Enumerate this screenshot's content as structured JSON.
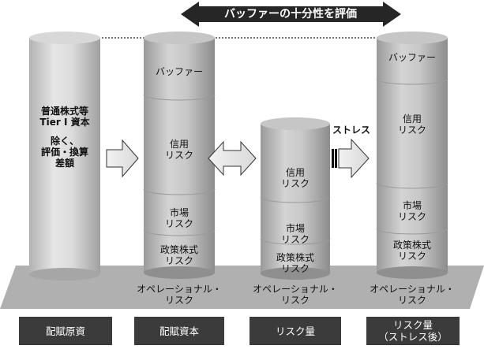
{
  "banner": {
    "text": "バッファーの十分性を評価"
  },
  "columns": [
    {
      "id": "haifu-genshi",
      "footer": "配賦原資",
      "labels": [
        "普通株式等\nTier I 資本",
        "除く、\n評価・換算\n差額"
      ]
    },
    {
      "id": "haifu-shihon",
      "footer": "配賦資本",
      "labels": [
        "バッファー",
        "信用\nリスク",
        "市場\nリスク",
        "政策株式\nリスク",
        "オペレーショナル・\nリスク"
      ]
    },
    {
      "id": "risk-ryo",
      "footer": "リスク量",
      "labels": [
        "信用\nリスク",
        "市場\nリスク",
        "政策株式\nリスク",
        "オペレーショナル・\nリスク"
      ]
    },
    {
      "id": "risk-ryo-stress",
      "footer": "リスク量\n（ストレス後）",
      "labels": [
        "バッファー",
        "信用\nリスク",
        "市場\nリスク",
        "政策株式\nリスク",
        "オペレーショナル・\nリスク"
      ]
    }
  ],
  "stress_arrow_label": "ストレス",
  "colors": {
    "banner": "#262626",
    "footer": "#3b3b3b",
    "platform": "#b0b0b0"
  }
}
